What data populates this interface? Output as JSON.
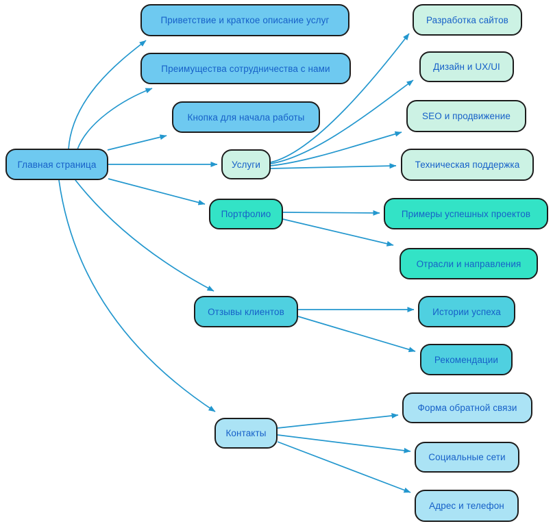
{
  "palette": {
    "background": "#ffffff",
    "node_border": "#1c1c1c",
    "node_text": "#1660c8",
    "edge_color": "#2397ce",
    "group_fills": {
      "main_pages": "#6ec9f0",
      "services": "#ccf2e4",
      "portfolio": "#33e3c6",
      "reviews": "#4fd0e0",
      "contacts": "#abe3f5"
    }
  },
  "nodes": {
    "root": {
      "label": "Главная страница"
    },
    "privetstvie": {
      "label": "Приветствие и краткое описание услуг"
    },
    "preimushchestva": {
      "label": "Преимущества сотрудничества с нами"
    },
    "knopka": {
      "label": "Кнопка для начала работы"
    },
    "uslugi": {
      "label": "Услуги"
    },
    "razrabotka": {
      "label": "Разработка сайтов"
    },
    "dizain": {
      "label": "Дизайн и UX/UI"
    },
    "seo": {
      "label": "SEO и продвижение"
    },
    "podderzhka": {
      "label": "Техническая поддержка"
    },
    "portfolio": {
      "label": "Портфолио"
    },
    "primery": {
      "label": "Примеры успешных проектов"
    },
    "otrasli": {
      "label": "Отрасли и направления"
    },
    "otzyvy": {
      "label": "Отзывы клиентов"
    },
    "istorii": {
      "label": "Истории успеха"
    },
    "rekomendatsii": {
      "label": "Рекомендации"
    },
    "kontakty": {
      "label": "Контакты"
    },
    "forma": {
      "label": "Форма обратной связи"
    },
    "sotsseti": {
      "label": "Социальные сети"
    },
    "adres": {
      "label": "Адрес и телефон"
    }
  },
  "edges": [
    {
      "from": "root",
      "to": "privetstvie"
    },
    {
      "from": "root",
      "to": "preimushchestva"
    },
    {
      "from": "root",
      "to": "knopka"
    },
    {
      "from": "root",
      "to": "uslugi"
    },
    {
      "from": "root",
      "to": "portfolio"
    },
    {
      "from": "root",
      "to": "otzyvy"
    },
    {
      "from": "root",
      "to": "kontakty"
    },
    {
      "from": "uslugi",
      "to": "razrabotka"
    },
    {
      "from": "uslugi",
      "to": "dizain"
    },
    {
      "from": "uslugi",
      "to": "seo"
    },
    {
      "from": "uslugi",
      "to": "podderzhka"
    },
    {
      "from": "portfolio",
      "to": "primery"
    },
    {
      "from": "portfolio",
      "to": "otrasli"
    },
    {
      "from": "otzyvy",
      "to": "istorii"
    },
    {
      "from": "otzyvy",
      "to": "rekomendatsii"
    },
    {
      "from": "kontakty",
      "to": "forma"
    },
    {
      "from": "kontakty",
      "to": "sotsseti"
    },
    {
      "from": "kontakty",
      "to": "adres"
    }
  ]
}
